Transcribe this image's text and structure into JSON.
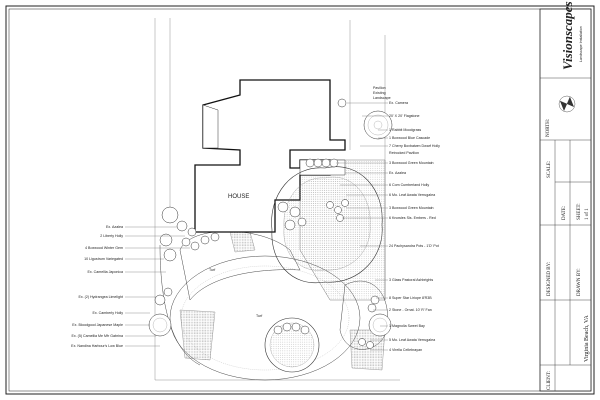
{
  "plan": {
    "house_label": "HOUSE",
    "turf_label": "Turf",
    "callouts_right": [
      "Ex. Camera",
      "20' X 20' Flagstone",
      "1 Rabbit Moodgrass",
      "1 Boxwood Blue Cascade",
      "7 Cherry Boxbatwm Dwarf Holly",
      "Retrocked Pavilion",
      "3 Boxwood Green Mountain",
      "Ex. Azalea",
      "6 Com Cumberland Holly",
      "6 Mo. Leaf Awata Verrugalea",
      "3 Boxwood Green Mountain",
      "6 Knowles Sis. Embers - Red",
      "24 Pachysandra Pots - 1'D' Pot",
      "3 Glass Pastoral Ashbrights",
      "8 Super Star Liriope 8'R3B",
      "2 Stone - Ornat. 10' R' Fan",
      "1 Magnolia Sweet Bay",
      "5 Mo. Leaf Awata Verrugalea",
      "4 Virella Cellebrayan"
    ],
    "callouts_left": [
      "Ex. Azalea",
      "2 Liberty Holly",
      "4 Boxwood Winter Gem",
      "10 Ligustrum Variegated",
      "Ex. Camellia Japonica",
      "Ex. (2) Hydrangea Limelight",
      "Ex. Camberly Holly",
      "Ex. Bloodgood Japanese Maple",
      "Ex. (5) Camellia Me Mfr Gabrina",
      "Ex. Nandina Harbour's Low Blue"
    ],
    "top_note": [
      "Pavilion",
      "Existing",
      "Landscape"
    ]
  },
  "title_block": {
    "company": "Visionscapes",
    "company_sub": "Landscape Installation",
    "north_label": "NORTH:",
    "scale_label": "SCALE:",
    "date_label": "DATE:",
    "sheet_label": "SHEET:",
    "sheet_value": "1 of 1",
    "designed_by_label": "DESIGNED BY:",
    "drawn_by_label": "DRAWN BY:",
    "client_label": "CLIENT:",
    "location": "Virginia Beach, VA"
  }
}
